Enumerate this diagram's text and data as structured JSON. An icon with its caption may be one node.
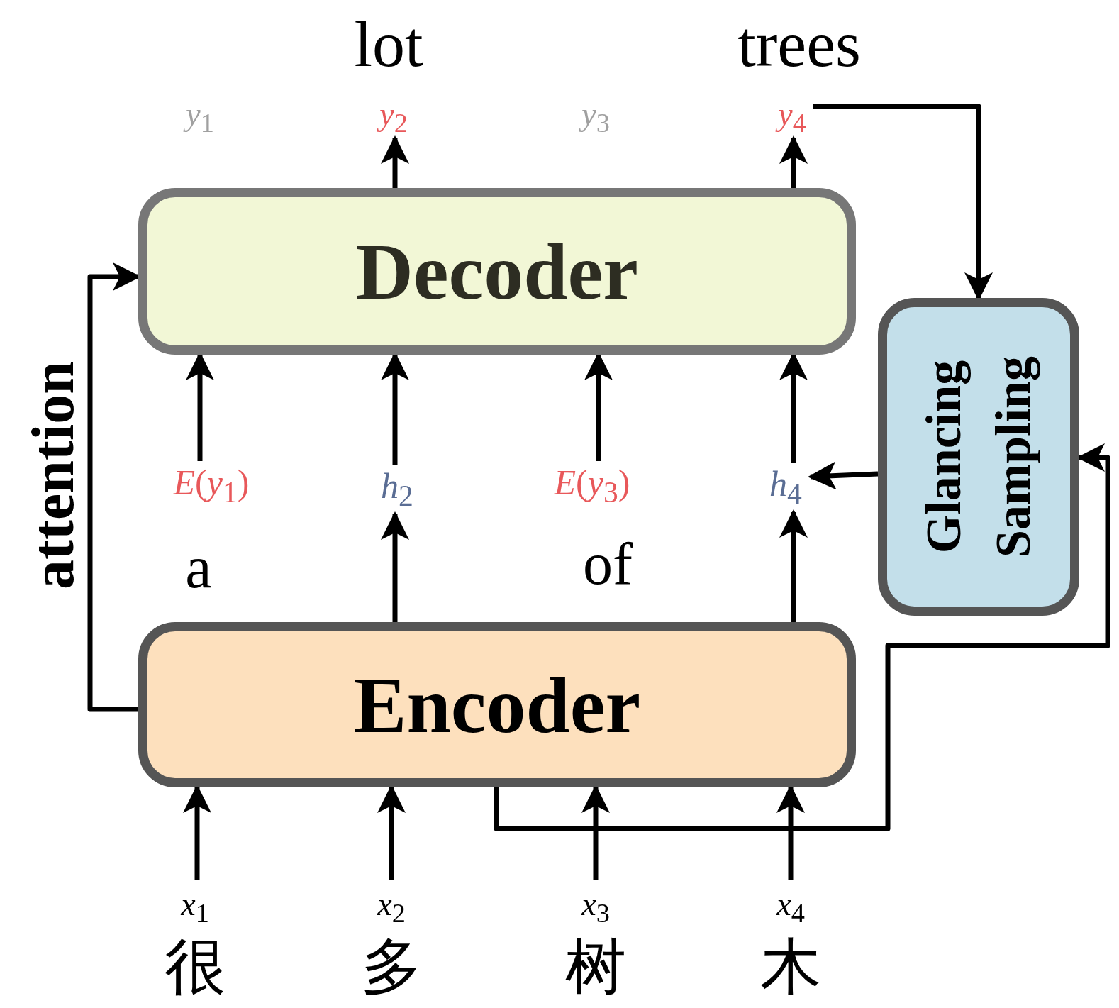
{
  "diagram": {
    "nodes": [
      {
        "text": [
          "Decoder"
        ]
      },
      {
        "text": [
          "Encoder"
        ]
      },
      {
        "text": [
          "Glancing Sampling"
        ]
      },
      {
        "text": [
          "*y*$_{1}$"
        ]
      },
      {
        "text": [
          "*y*$_{2}$"
        ]
      },
      {
        "text": [
          "*y*$_{3}$"
        ]
      },
      {
        "text": [
          "*y*$_{4}$"
        ]
      },
      {
        "text": [
          "*E*(*y*$_{1}$)"
        ]
      },
      {
        "text": [
          "*h*$_{2}$"
        ]
      },
      {
        "text": [
          "*E*(*y*$_{3}$)"
        ]
      },
      {
        "text": [
          "*h*$_{4}$"
        ]
      },
      {
        "text": [
          "*x*$_{1}$",
          "很"
        ]
      },
      {
        "text": [
          "*x*$_{2}$",
          "多"
        ]
      },
      {
        "text": [
          "*x*$_{3}$",
          "树"
        ]
      },
      {
        "text": [
          "*x*$_{4}$",
          "木"
        ]
      }
    ],
    "edges": [
      {
        "from": 0,
        "to": 4,
        "arrow": "to"
      },
      {
        "from": 0,
        "to": 6,
        "arrow": "to"
      },
      {
        "from": 6,
        "to": 2,
        "arrow": "to"
      },
      {
        "from": 7,
        "to": 0,
        "arrow": "to"
      },
      {
        "from": 8,
        "to": 0,
        "arrow": "to"
      },
      {
        "from": 9,
        "to": 0,
        "arrow": "to"
      },
      {
        "from": 10,
        "to": 0,
        "arrow": "to"
      },
      {
        "from": 1,
        "to": 8,
        "arrow": "to"
      },
      {
        "from": 1,
        "to": 10,
        "arrow": "to"
      },
      {
        "from": 2,
        "to": 10,
        "arrow": "to"
      },
      {
        "from": 1,
        "to": 0,
        "arrow": "to",
        "label": "attention"
      },
      {
        "from": 11,
        "to": 1,
        "arrow": "to"
      },
      {
        "from": 12,
        "to": 1,
        "arrow": "to"
      },
      {
        "from": 13,
        "to": 1,
        "arrow": "to"
      },
      {
        "from": 14,
        "to": 1,
        "arrow": "to"
      },
      {
        "from": 1,
        "to": 2,
        "arrow": "to"
      }
    ],
    "labels": [
      "lot",
      "trees",
      "a",
      "of"
    ]
  }
}
